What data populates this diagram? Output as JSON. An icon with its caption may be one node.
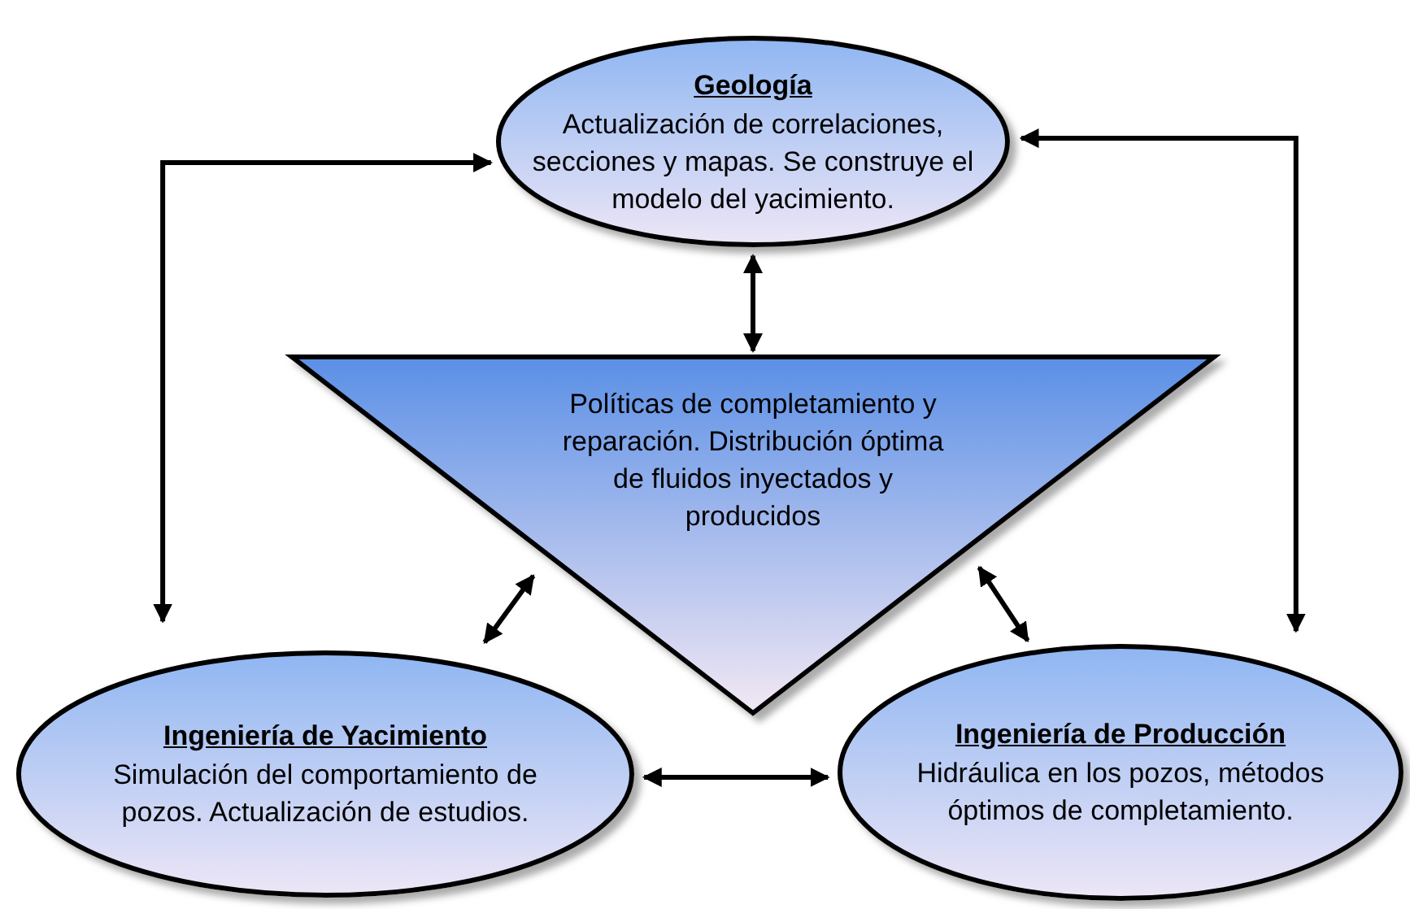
{
  "diagram": {
    "nodes": [
      {
        "text": [
          "Geología",
          "Actualización de correlaciones, secciones y mapas. Se construye el modelo del yacimiento."
        ]
      },
      {
        "text": [
          "Políticas de completamiento y reparación. Distribución óptima de fluidos inyectados y producidos"
        ]
      },
      {
        "text": [
          "Ingeniería de Yacimiento",
          "Simulación del comportamiento de pozos. Actualización de estudios."
        ]
      },
      {
        "text": [
          "Ingeniería de Producción",
          "Hidráulica en los pozos, métodos óptimos de completamiento."
        ]
      }
    ],
    "edges": [
      {
        "from": 0,
        "to": 2,
        "arrow": "both"
      },
      {
        "from": 0,
        "to": 3,
        "arrow": "both"
      },
      {
        "from": 0,
        "to": 1,
        "arrow": "both"
      },
      {
        "from": 1,
        "to": 2,
        "arrow": "both"
      },
      {
        "from": 1,
        "to": 3,
        "arrow": "both"
      },
      {
        "from": 2,
        "to": 3,
        "arrow": "both"
      }
    ]
  }
}
